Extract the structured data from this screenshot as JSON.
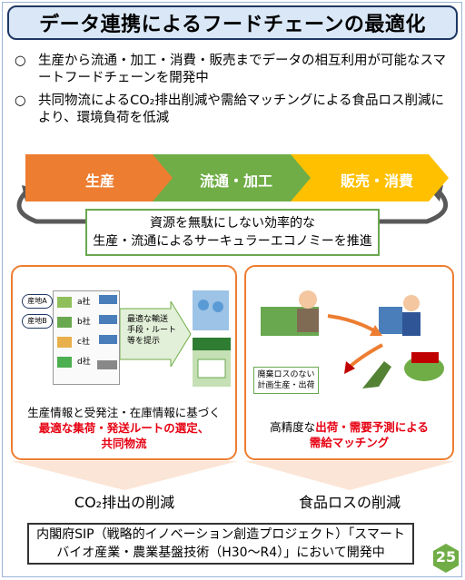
{
  "title": "データ連携によるフードチェーンの最適化",
  "bullets": [
    {
      "mark": "○",
      "text": "生産から流通・加工・消費・販売までデータの相互利用が可能なスマートフードチェーンを開発中"
    },
    {
      "mark": "○",
      "text": "共同物流によるCO₂排出削減や需給マッチングによる食品ロス削減により、環境負荷を低減"
    }
  ],
  "chain": {
    "stages": [
      "生産",
      "流通・加工",
      "販売・消費"
    ],
    "colors": [
      "#ed7d31",
      "#70ad47",
      "#ffc000"
    ],
    "circular_lines": [
      "資源を無駄にしない効率的な",
      "生産・流通によるサーキュラーエコノミーを推進"
    ]
  },
  "left_panel": {
    "farm_tags": [
      "産地A",
      "産地B"
    ],
    "company_tags": [
      "a社",
      "b社",
      "c社",
      "d社"
    ],
    "route_box": [
      "最適な輸送",
      "手段・ルート",
      "等を提示"
    ],
    "caption_line1": "生産情報と受発注・在庫情報に基づく",
    "caption_line2": "最適な集荷・発送ルートの選定、",
    "caption_line3": "共同物流"
  },
  "right_panel": {
    "plan_box": [
      "廃棄ロスのない",
      "計画生産・出荷"
    ],
    "caption_line1_prefix": "高精度な",
    "caption_line1_red": "出荷・需要予測による",
    "caption_line2": "需給マッチング"
  },
  "results": [
    "CO₂排出の削減",
    "食品ロスの削減"
  ],
  "footer_lines": [
    "内閣府SIP（戦略的イノベーション創造プロジェクト）「スマート",
    "バイオ産業・農業基盤技術（H30～R4）」において開発中"
  ],
  "page_number": "25"
}
